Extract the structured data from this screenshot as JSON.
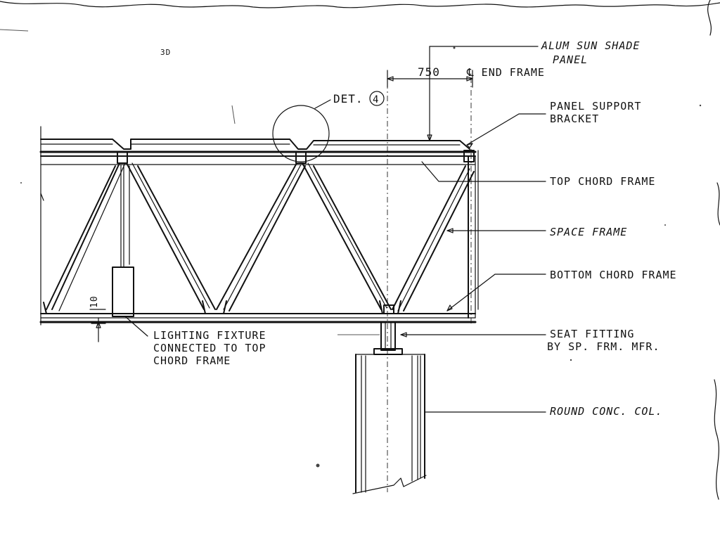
{
  "labels": {
    "alum_sun_shade_line1": "ALUM SUN SHADE",
    "alum_sun_shade_line2": "PANEL",
    "dimension_750": "750",
    "end_frame": "℄ END FRAME",
    "det_label": "DET.",
    "det_number": "4",
    "panel_support_line1": "PANEL SUPPORT",
    "panel_support_line2": "BRACKET",
    "top_chord_frame": "TOP CHORD  FRAME",
    "space_frame": "SPACE FRAME",
    "bottom_chord_frame": "BOTTOM CHORD FRAME",
    "seat_fitting_line1": "SEAT FITTING",
    "seat_fitting_line2": "BY SP. FRM. MFR.",
    "round_conc_col": "ROUND CONC. COL.",
    "lighting_line1": "LIGHTING FIXTURE",
    "lighting_line2": "CONNECTED TO TOP",
    "lighting_line3": "CHORD FRAME",
    "dimension_10": "10",
    "corner_mark": "3D"
  }
}
